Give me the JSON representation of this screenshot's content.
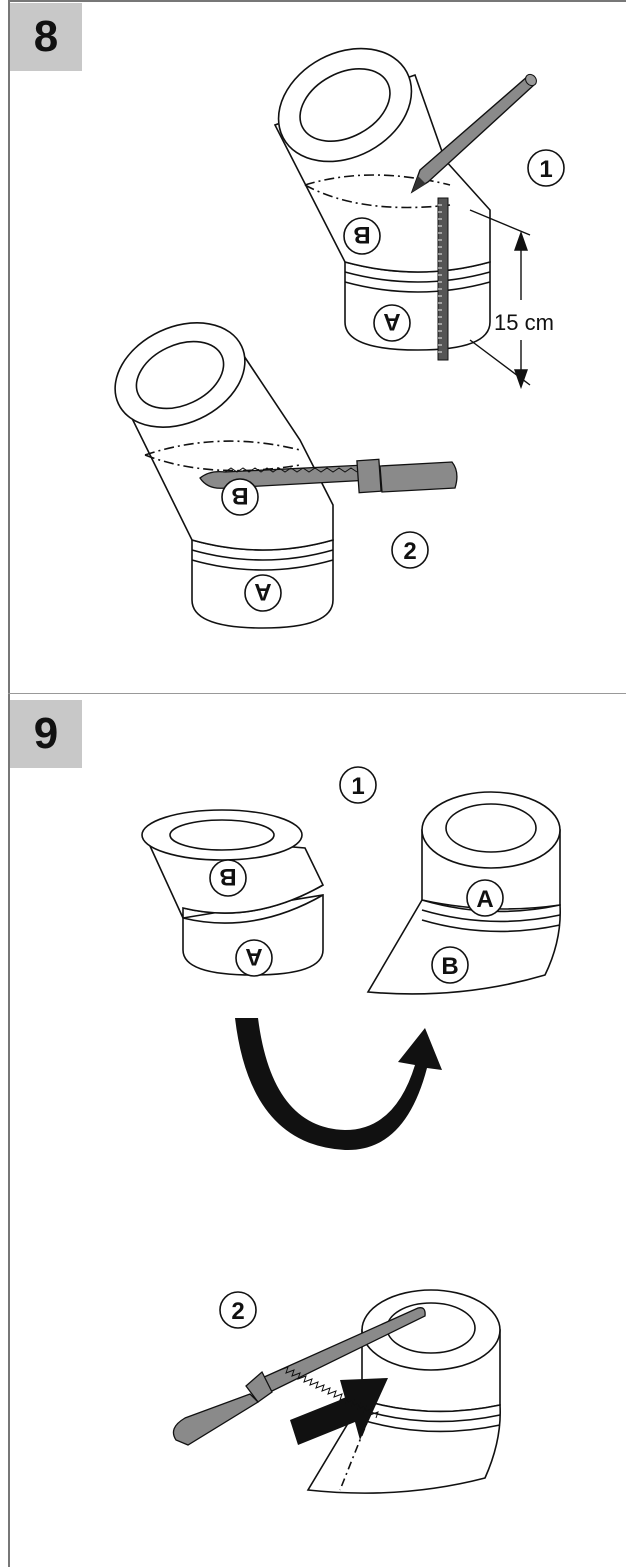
{
  "step8": {
    "number": "8",
    "sub1": "1",
    "sub2": "2",
    "measure": "15 cm",
    "label_a": "A",
    "label_b": "B"
  },
  "step9": {
    "number": "9",
    "sub1": "1",
    "sub2": "2",
    "label_a": "A",
    "label_b": "B"
  },
  "colors": {
    "tool_gray": "#8a8a8a",
    "badge_gray": "#c8c8c8",
    "line": "#111111"
  }
}
